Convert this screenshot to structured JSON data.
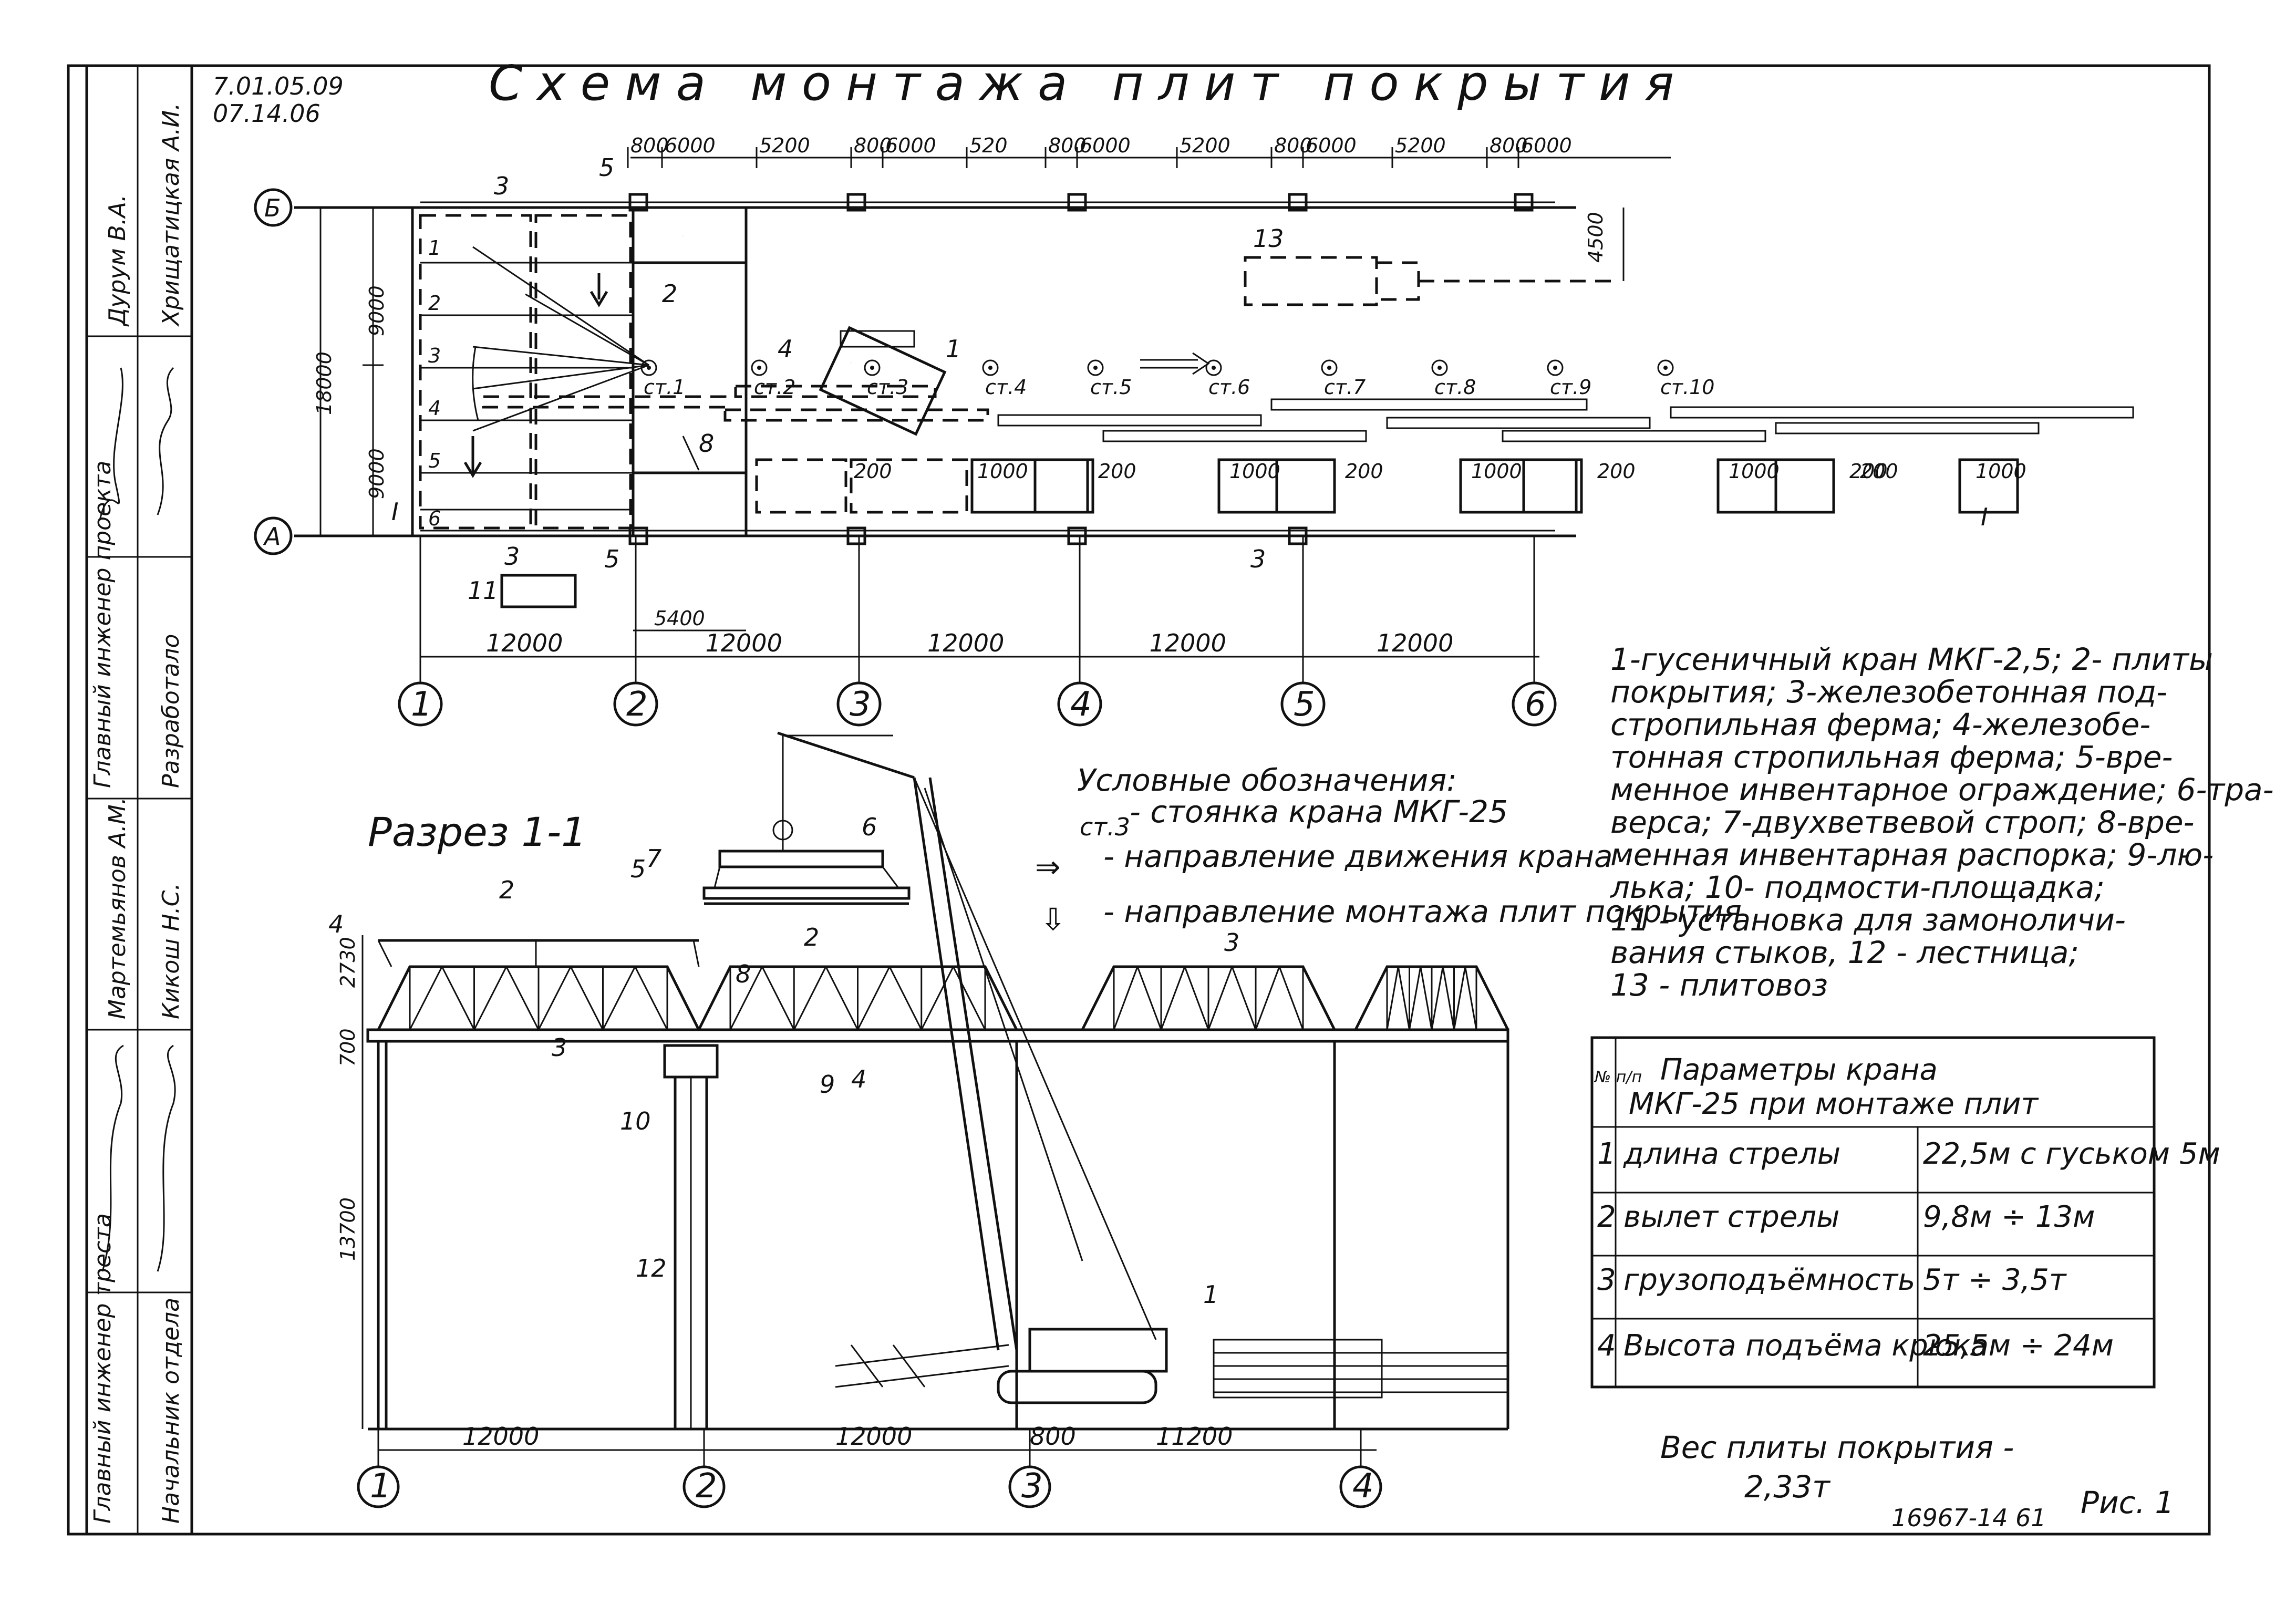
{
  "drawing": {
    "title": "Схема монтажа плит покрытия",
    "doc_code": "7.01.05.09",
    "doc_date": "07.14.06",
    "section_title": "Разрез 1-1",
    "figure_label": "Рис. 1",
    "archive_number": "16967-14 61"
  },
  "title_block": {
    "rows": [
      {
        "role": "Главный инженер треста",
        "name": "Дурум В.А."
      },
      {
        "role": "Начальник отдела",
        "name": "Хрищатицкая А.И."
      },
      {
        "role": "Главный инженер проекта",
        "name": "Мартемьянов А.М."
      },
      {
        "role": "Разработало",
        "name": "Кикош Н.С."
      }
    ]
  },
  "plan": {
    "axes_letters": [
      "Б",
      "А"
    ],
    "axes_numbers": [
      "1",
      "2",
      "3",
      "4",
      "5",
      "6"
    ],
    "bay_dims": [
      "12000",
      "12000",
      "12000",
      "12000",
      "12000"
    ],
    "top_dims": [
      "800",
      "6000",
      "5200",
      "800",
      "6000",
      "520",
      "800",
      "6000",
      "5200",
      "800",
      "6000",
      "5200",
      "800",
      "6000"
    ],
    "height_dims": [
      "9000",
      "9000",
      "18000",
      "4500"
    ],
    "offset_dim": "5400",
    "gap_dims": [
      "200",
      "1000",
      "200",
      "1000",
      "200",
      "1000",
      "200",
      "1000",
      "200",
      "1000",
      "200"
    ],
    "stations": [
      "ст.1",
      "ст.2",
      "ст.3",
      "ст.4",
      "ст.5",
      "ст.6",
      "ст.7",
      "ст.8",
      "ст.9",
      "ст.10"
    ],
    "plate_numbers": [
      "1",
      "2",
      "3",
      "4",
      "5",
      "6"
    ],
    "section_mark": "I",
    "callouts": [
      "1",
      "2",
      "3",
      "4",
      "5",
      "8",
      "11",
      "13"
    ]
  },
  "legend": {
    "title": "Условные обозначения:",
    "items": [
      {
        "symbol": "ст.3",
        "text": "- стоянка крана МКГ-25"
      },
      {
        "symbol": "⇒",
        "text": "- направление движения крана"
      },
      {
        "symbol": "⇩",
        "text": "- направление монтажа плит покрытия"
      }
    ]
  },
  "notes": {
    "lines": [
      "1-гусеничный кран МКГ-2,5; 2- плиты",
      "покрытия; 3-железобетонная под-",
      "стропильная ферма; 4-железобе-",
      "тонная стропильная ферма; 5-вре-",
      "менное инвентарное ограждение; 6-тра-",
      "верса; 7-двухветвевой строп; 8-вре-",
      "менная инвентарная распорка; 9-лю-",
      "лька; 10- подмости-площадка;",
      "11 - установка для замоноличи-",
      "вания стыков, 12 - лестница;",
      "13 - плитовоз"
    ]
  },
  "params_table": {
    "header_num": "№ п/п",
    "header_title_1": "Параметры крана",
    "header_title_2": "МКГ-25 при монтаже плит",
    "rows": [
      {
        "n": "1",
        "name": "длина стрелы",
        "value": "22,5м с гуськом 5м"
      },
      {
        "n": "2",
        "name": "вылет стрелы",
        "value": "9,8м ÷ 13м"
      },
      {
        "n": "3",
        "name": "грузоподъёмность",
        "value": "5т ÷ 3,5т"
      },
      {
        "n": "4",
        "name": "Высота подъёма крюка",
        "value": "25,5м ÷ 24м"
      }
    ]
  },
  "weight_note": {
    "line1": "Вес плиты покрытия -",
    "line2": "2,33т"
  },
  "section": {
    "axes_numbers": [
      "1",
      "2",
      "3",
      "4"
    ],
    "bottom_dims": [
      "12000",
      "12000",
      "800",
      "11200"
    ],
    "height_dims": [
      "2730",
      "700",
      "13700"
    ],
    "callouts": [
      "1",
      "2",
      "2",
      "3",
      "3",
      "4",
      "4",
      "5",
      "6",
      "7",
      "8",
      "9",
      "10",
      "12"
    ]
  }
}
